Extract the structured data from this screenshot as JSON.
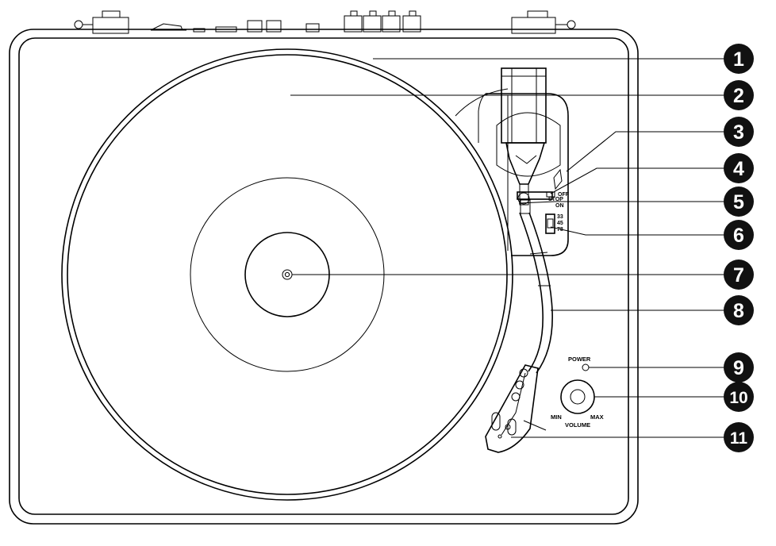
{
  "labels": {
    "stop": "STOP",
    "off": "OFF",
    "on": "ON",
    "speed_33": "33",
    "speed_45": "45",
    "speed_78": "78",
    "power": "POWER",
    "min": "MIN",
    "max": "MAX",
    "volume": "VOLUME"
  },
  "callouts": [
    {
      "number": "1"
    },
    {
      "number": "2"
    },
    {
      "number": "3"
    },
    {
      "number": "4"
    },
    {
      "number": "5"
    },
    {
      "number": "6"
    },
    {
      "number": "7"
    },
    {
      "number": "8"
    },
    {
      "number": "9"
    },
    {
      "number": "10"
    },
    {
      "number": "11"
    }
  ]
}
